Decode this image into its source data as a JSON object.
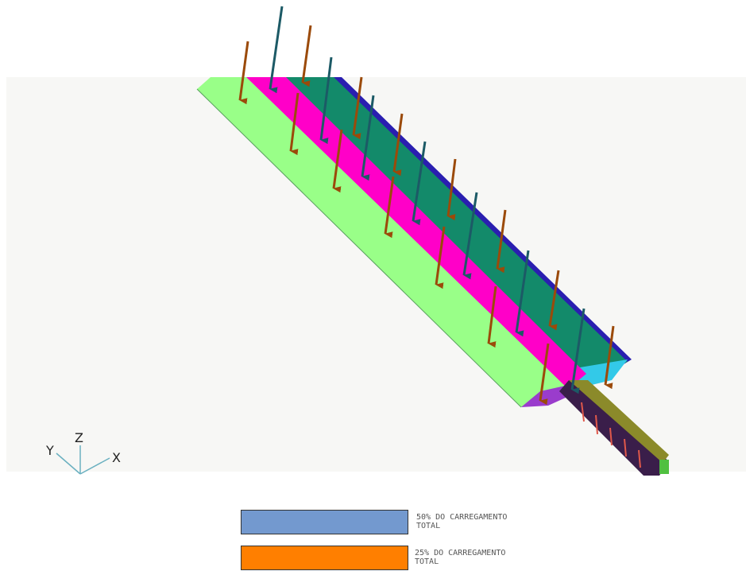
{
  "axes": {
    "x": "X",
    "y": "Y",
    "z": "Z"
  },
  "legend": {
    "items": [
      {
        "label_line1": "50% DO CARREGAMENTO",
        "label_line2": "TOTAL",
        "color": "#7399cf"
      },
      {
        "label_line1": "25% DO CARREGAMENTO",
        "label_line2": "TOTAL",
        "color": "#ff7f00"
      }
    ]
  },
  "colors": {
    "background_viewport": "#f7f7f5",
    "leading_edge_panel": "#99ff88",
    "spar_band": "#ff00c8",
    "upper_skin": "#138a6a",
    "trailing_strip": "#2a1eb0",
    "fuselage_box": "#8b8a2a",
    "arrow_50": "#1c5a66",
    "arrow_25": "#9b4a0a"
  }
}
